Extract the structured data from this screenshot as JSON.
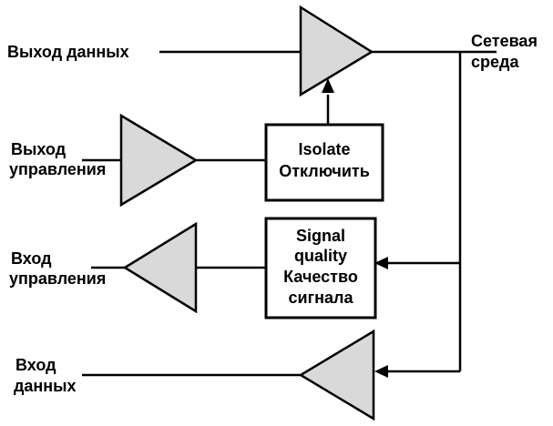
{
  "labels": {
    "data_out": "Выход данных",
    "network_1": "Сетевая",
    "network_2": "среда",
    "control_out_1": "Выход",
    "control_out_2": "управления",
    "control_in_1": "Вход",
    "control_in_2": "управления",
    "data_in_1": "Вход",
    "data_in_2": "данных"
  },
  "isolate_box": {
    "line1": "Isolate",
    "line2": "Отключить"
  },
  "signal_box": {
    "line1": "Signal",
    "line2": "quality",
    "line3": "Качество",
    "line4": "сигнала"
  },
  "colors": {
    "triangle_fill": "#d9d9d9",
    "line": "#000000"
  }
}
